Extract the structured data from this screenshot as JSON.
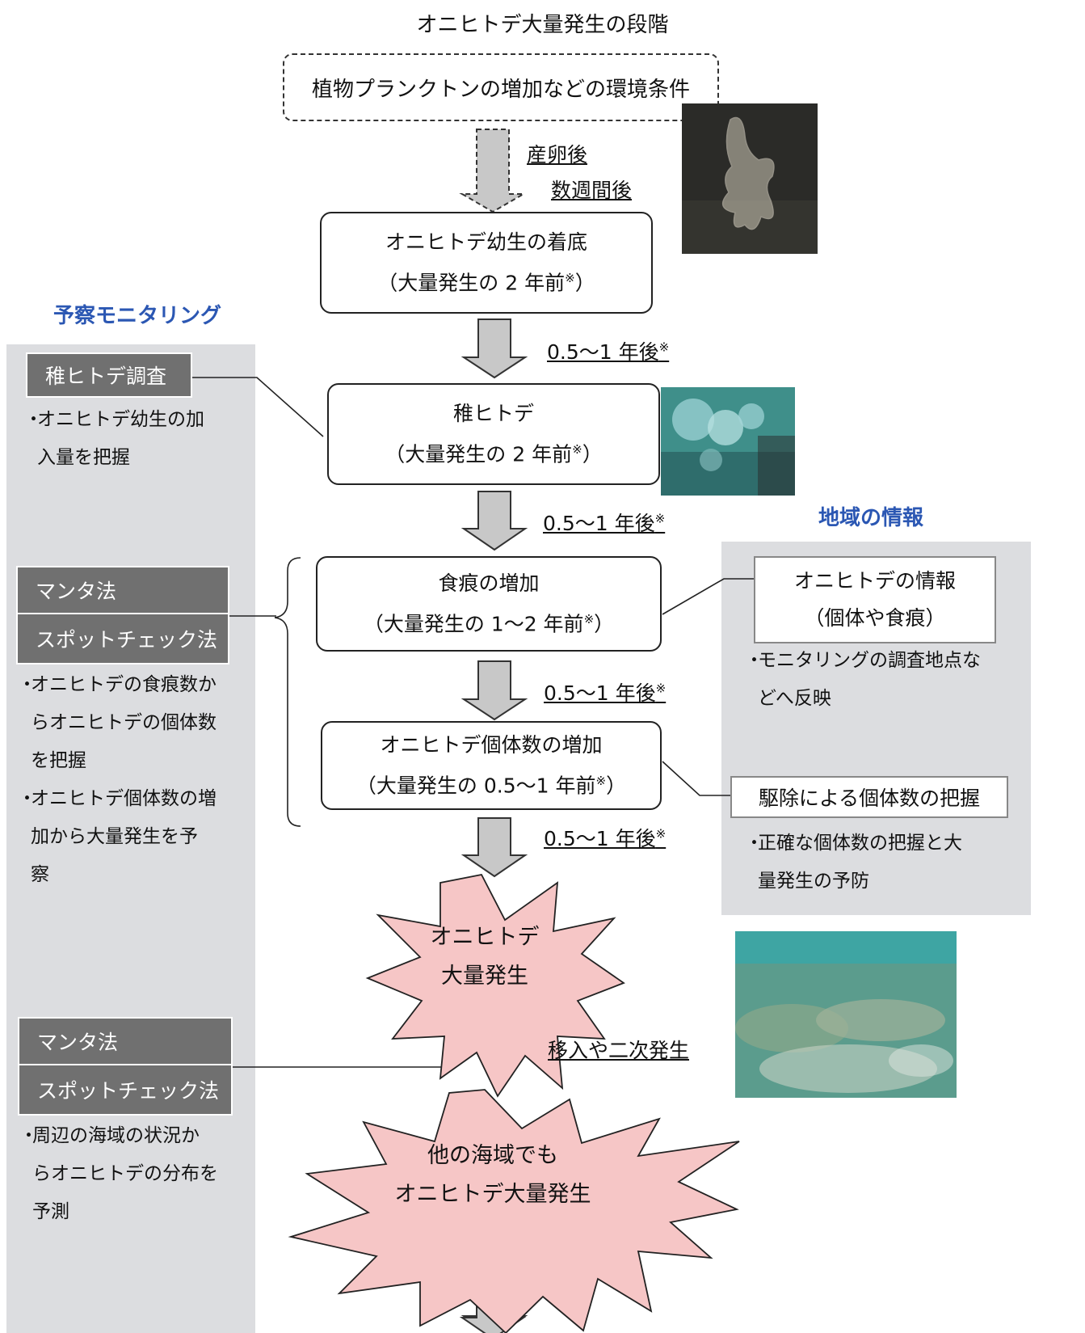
{
  "title": "オニヒトデ大量発生の段階",
  "environment_box": "植物プランクトンの増加などの環境条件",
  "arrow_labels": {
    "spawn_line1": "産卵後",
    "spawn_line2": "数週間後",
    "step1": "0.5〜1 年後",
    "step2": "0.5〜1 年後",
    "step3": "0.5〜1 年後",
    "step4": "0.5〜1 年後",
    "spread": "移入や二次発生",
    "mark": "※"
  },
  "stages": [
    {
      "title": "オニヒトデ幼生の着底",
      "subtitle": "（大量発生の 2 年前",
      "close": "）"
    },
    {
      "title": "稚ヒトデ",
      "subtitle": "（大量発生の 2 年前",
      "close": "）"
    },
    {
      "title": "食痕の増加",
      "subtitle": "（大量発生の 1〜2 年前",
      "close": "）"
    },
    {
      "title": "オニヒトデ個体数の増加",
      "subtitle": "（大量発生の 0.5〜1 年前",
      "close": "）"
    }
  ],
  "outbreak": {
    "line1": "オニヒトデ",
    "line2": "大量発生"
  },
  "spread_outbreak": {
    "line1": "他の海域でも",
    "line2": "オニヒトデ大量発生"
  },
  "left_panel": {
    "title": "予察モニタリング",
    "juvenile_survey": {
      "label": "稚ヒトデ調査",
      "note_bullet": "・",
      "note_line1": "オニヒトデ幼生の加",
      "note_line2": "入量を把握"
    },
    "manta_method": "マンタ法",
    "spotcheck_method": "スポットチェック法",
    "notes": [
      {
        "bullet": "・",
        "lines": [
          "オニヒトデの食痕数か",
          "らオニヒトデの個体数",
          "を把握"
        ]
      },
      {
        "bullet": "・",
        "lines": [
          "オニヒトデ個体数の増",
          "加から大量発生を予",
          "察"
        ]
      }
    ],
    "bottom": {
      "manta_method": "マンタ法",
      "spotcheck_method": "スポットチェック法",
      "note_bullet": "・",
      "note_lines": [
        "周辺の海域の状況か",
        "らオニヒトデの分布を",
        "予測"
      ]
    }
  },
  "right_panel": {
    "title": "地域の情報",
    "info_box_line1": "オニヒトデの情報",
    "info_box_line2": "（個体や食痕）",
    "info_note": {
      "bullet": "・",
      "lines": [
        "モニタリングの調査地点な",
        "どへ反映"
      ]
    },
    "removal_box": "駆除による個体数の把握",
    "removal_note": {
      "bullet": "・",
      "lines": [
        "正確な個体数の把握と大",
        "量発生の予防"
      ]
    }
  },
  "colors": {
    "accent_blue": "#2b57b3",
    "panel_gray": "#dcdde0",
    "method_dark": "#707070",
    "arrow_gray": "#c8c8c8",
    "burst_pink": "#f6c6c6"
  }
}
